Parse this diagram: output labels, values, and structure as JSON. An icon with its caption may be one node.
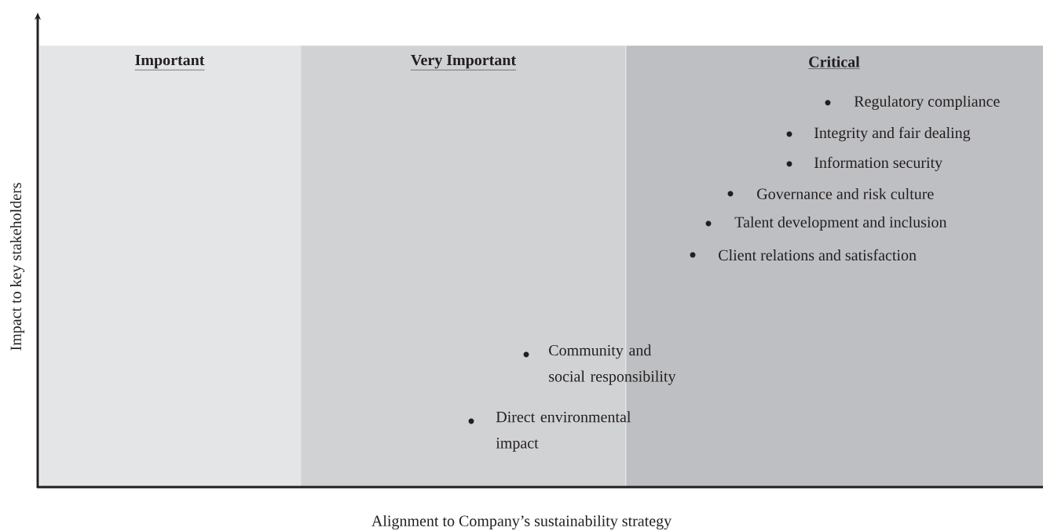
{
  "diagram": {
    "nodes": [
      {
        "text": [
          "Important"
        ]
      },
      {
        "text": [
          "Very Important"
        ]
      },
      {
        "text": [
          "Critical"
        ]
      }
    ],
    "edges": [],
    "labels": [
      "Regulatory compliance",
      "Integrity and fair dealing",
      "Information security",
      "Governance and risk culture",
      "Talent development and inclusion",
      "Client relations and satisfaction",
      "Community and social responsibility",
      "Direct environmental impact",
      "Impact to key stakeholders",
      "Alignment to Company’s sustainability strategy"
    ]
  }
}
